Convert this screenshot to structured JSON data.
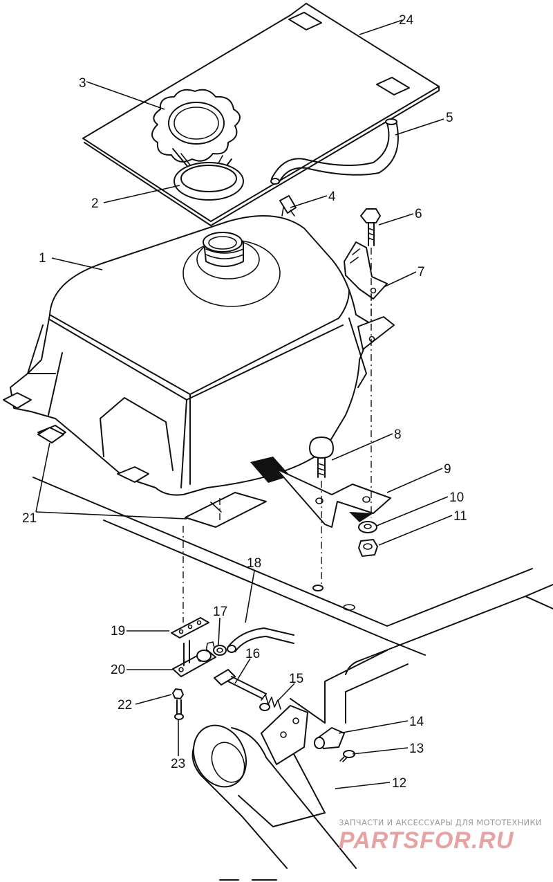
{
  "diagram": {
    "part_labels": [
      "1",
      "2",
      "3",
      "4",
      "5",
      "6",
      "7",
      "8",
      "9",
      "10",
      "11",
      "12",
      "13",
      "14",
      "15",
      "16",
      "17",
      "18",
      "19",
      "20",
      "21",
      "22",
      "23",
      "24"
    ]
  },
  "watermark": {
    "caption": "ЗАПЧАСТИ И АКСЕССУАРЫ ДЛЯ МОТОТЕХНИКИ",
    "brand": "PARTSFOR.RU"
  }
}
